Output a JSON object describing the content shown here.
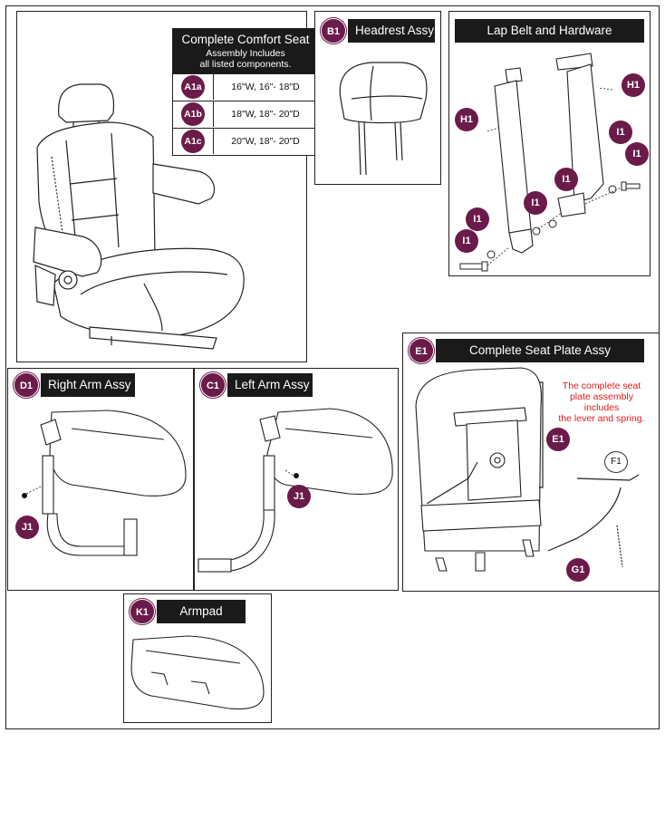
{
  "comfort_seat": {
    "title": "Complete Comfort Seat",
    "subtitle_line1": "Assembly Includes",
    "subtitle_line2": "all listed components.",
    "variants": [
      {
        "code": "A1a",
        "size": "16\"W, 16\"- 18\"D"
      },
      {
        "code": "A1b",
        "size": "18\"W, 18\"- 20\"D"
      },
      {
        "code": "A1c",
        "size": "20\"W, 18\"- 20\"D"
      }
    ]
  },
  "headrest": {
    "code": "B1",
    "title": "Headrest Assy"
  },
  "lap_belt": {
    "title": "Lap Belt and Hardware",
    "callouts": [
      "H1",
      "H1",
      "I1",
      "I1",
      "I1",
      "I1",
      "I1",
      "I1"
    ]
  },
  "seat_plate": {
    "code": "E1",
    "title": "Complete Seat Plate Assy",
    "note_line1": "The complete seat",
    "note_line2": "plate assembly",
    "note_line3": "includes",
    "note_line4": "the lever and spring.",
    "callout_plate": "E1",
    "callout_lever": "F1",
    "callout_spring": "G1"
  },
  "right_arm": {
    "code": "D1",
    "title": "Right Arm Assy",
    "callout": "J1"
  },
  "left_arm": {
    "code": "C1",
    "title": "Left Arm Assy",
    "callout": "J1"
  },
  "armpad": {
    "code": "K1",
    "title": "Armpad"
  },
  "colors": {
    "badge": "#6b1b4a",
    "header_bg": "#1a1a1a",
    "note": "#e0191b"
  }
}
